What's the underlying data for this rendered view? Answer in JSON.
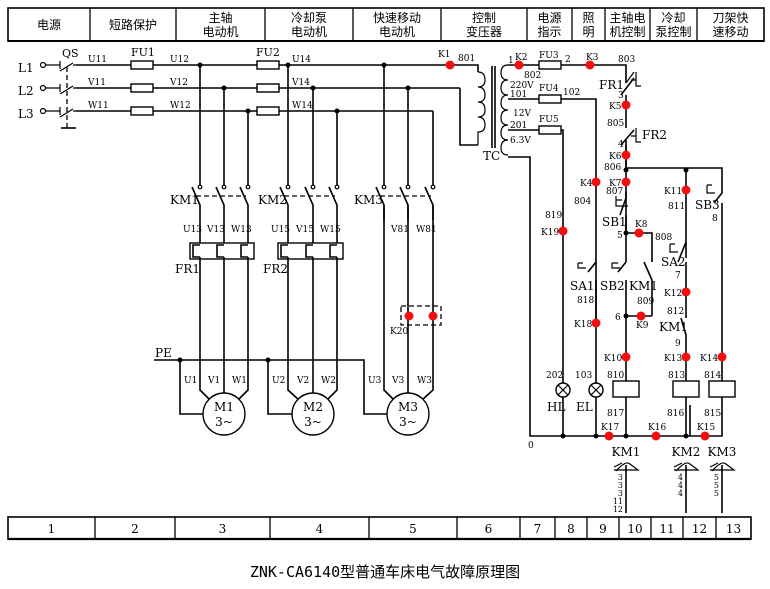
{
  "header": {
    "columns": [
      {
        "lines": [
          "电源"
        ]
      },
      {
        "lines": [
          "短路保护"
        ]
      },
      {
        "lines": [
          "主轴",
          "电动机"
        ]
      },
      {
        "lines": [
          "冷却泵",
          "电动机"
        ]
      },
      {
        "lines": [
          "快速移动",
          "电动机"
        ]
      },
      {
        "lines": [
          "控制",
          "变压器"
        ]
      },
      {
        "lines": [
          "电源",
          "指示"
        ]
      },
      {
        "lines": [
          "照",
          "明"
        ]
      },
      {
        "lines": [
          "主轴电",
          "机控制"
        ]
      },
      {
        "lines": [
          "冷却",
          "泵控制"
        ]
      },
      {
        "lines": [
          "刀架快",
          "速移动"
        ]
      }
    ]
  },
  "footer": {
    "column_numbers": [
      "1",
      "2",
      "3",
      "4",
      "5",
      "6",
      "7",
      "8",
      "9",
      "10",
      "11",
      "12",
      "13"
    ]
  },
  "title": "ZNK-CA6140型普通车床电气故障原理图",
  "colors": {
    "test_point": "#f01010",
    "line": "#000000"
  },
  "power": {
    "phases": [
      "L1",
      "L2",
      "L3"
    ],
    "switch": "QS",
    "fuse1": "FU1",
    "fuse2": "FU2",
    "wires_in": [
      "U11",
      "V11",
      "W11"
    ],
    "wires_fu1": [
      "U12",
      "V12",
      "W12"
    ],
    "wires_fu2": [
      "U14",
      "V14",
      "W14"
    ],
    "pe": "PE"
  },
  "motors": [
    {
      "name": "M1",
      "phase": "3~",
      "contactor": "KM1",
      "relay": "FR1",
      "wires": [
        "U13",
        "V13",
        "W13"
      ],
      "terminals": [
        "U1",
        "V1",
        "W1"
      ]
    },
    {
      "name": "M2",
      "phase": "3~",
      "contactor": "KM2",
      "relay": "FR2",
      "wires": [
        "U15",
        "V15",
        "W15"
      ],
      "terminals": [
        "U2",
        "V2",
        "W2"
      ]
    },
    {
      "name": "M3",
      "phase": "3~",
      "contactor": "KM3",
      "relay": "",
      "wires": [
        "V81",
        "W81"
      ],
      "terminals": [
        "U3",
        "V3",
        "W3"
      ]
    }
  ],
  "transformer": {
    "name": "TC",
    "primary_label": "801",
    "taps": [
      "1",
      "802",
      "220V",
      "101",
      "12V",
      "201",
      "6.3V"
    ],
    "fuses": [
      "FU3",
      "FU4",
      "FU5"
    ],
    "fuse_out": [
      "2",
      "102"
    ]
  },
  "control": {
    "nodes": [
      "803",
      "3",
      "805",
      "4",
      "806",
      "807",
      "5",
      "808",
      "809",
      "6",
      "811",
      "8",
      "7",
      "812",
      "9",
      "810",
      "813",
      "814",
      "817",
      "816",
      "815",
      "804",
      "819",
      "818",
      "202",
      "103",
      "0"
    ],
    "devices": {
      "fr1": "FR1",
      "fr2": "FR2",
      "sb1": "SB1",
      "sb2": "SB2",
      "sb3": "SB3",
      "sa1": "SA1",
      "sa2": "SA2",
      "km1_aux": "KM1",
      "km1_aux2": "KM1",
      "hl": "HL",
      "el": "EL"
    },
    "coils": [
      "KM1",
      "KM2",
      "KM3"
    ],
    "contact_refs": [
      {
        "coil": "KM1",
        "refs": [
          "3",
          "3",
          "3",
          "11",
          "12"
        ]
      },
      {
        "coil": "KM2",
        "refs": [
          "4",
          "4",
          "4"
        ]
      },
      {
        "coil": "KM3",
        "refs": [
          "5",
          "5",
          "5"
        ]
      }
    ]
  },
  "test_points": [
    "K1",
    "K2",
    "K3",
    "K4",
    "K5",
    "K6",
    "K7",
    "K8",
    "K9",
    "K10",
    "K11",
    "K12",
    "K13",
    "K14",
    "K15",
    "K16",
    "K17",
    "K18",
    "K19",
    "K20"
  ]
}
